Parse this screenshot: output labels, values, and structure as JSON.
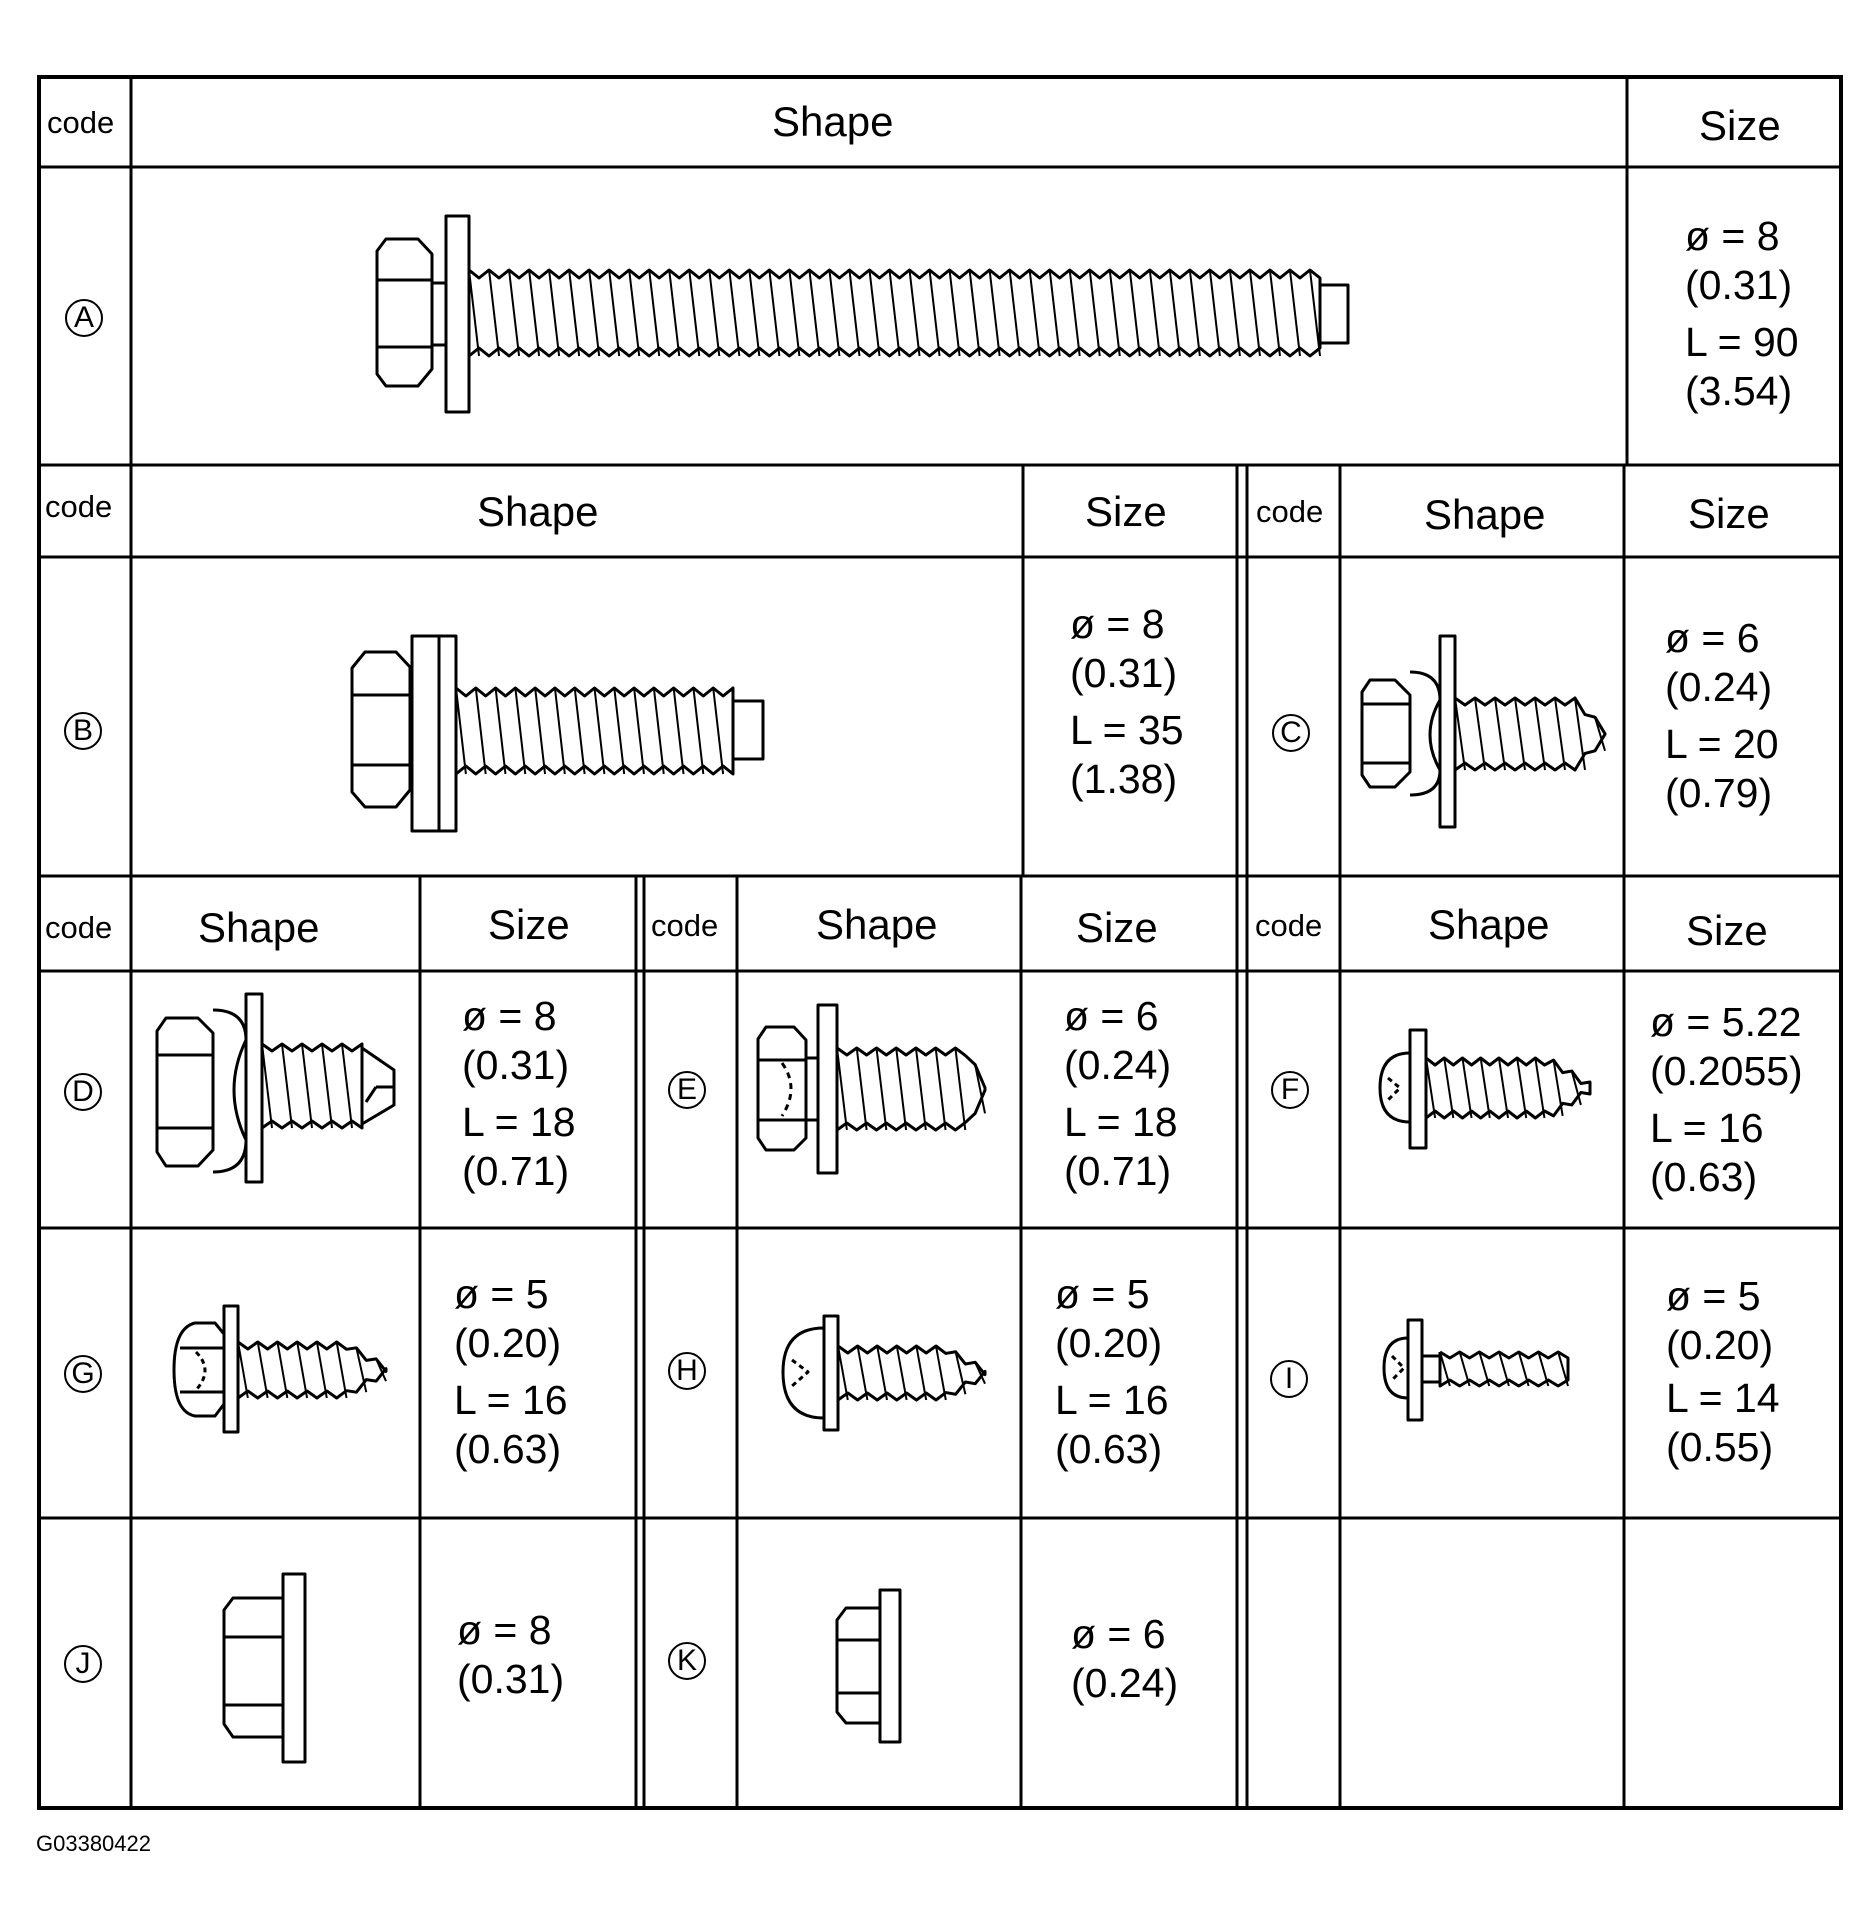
{
  "labels": {
    "code": "code",
    "shape": "Shape",
    "size": "Size"
  },
  "fasteners": [
    {
      "code": "A",
      "diameter": "ø = 8",
      "diameter_in": "(0.31)",
      "length": "L = 90",
      "length_in": "(3.54)",
      "icon": "hex-flange-bolt-long"
    },
    {
      "code": "B",
      "diameter": "ø = 8",
      "diameter_in": "(0.31)",
      "length": "L = 35",
      "length_in": "(1.38)",
      "icon": "hex-flange-bolt"
    },
    {
      "code": "C",
      "diameter": "ø = 6",
      "diameter_in": "(0.24)",
      "length": "L = 20",
      "length_in": "(0.79)",
      "icon": "hex-washer-bolt"
    },
    {
      "code": "D",
      "diameter": "ø = 8",
      "diameter_in": "(0.31)",
      "length": "L = 18",
      "length_in": "(0.71)",
      "icon": "hex-washer-bolt-pointed"
    },
    {
      "code": "E",
      "diameter": "ø = 6",
      "diameter_in": "(0.24)",
      "length": "L = 18",
      "length_in": "(0.71)",
      "icon": "hex-flange-bolt-short"
    },
    {
      "code": "F",
      "diameter": "ø = 5.22",
      "diameter_in": "(0.2055)",
      "length": "L = 16",
      "length_in": "(0.63)",
      "icon": "pan-head-tapping-screw"
    },
    {
      "code": "G",
      "diameter": "ø = 5",
      "diameter_in": "(0.20)",
      "length": "L = 16",
      "length_in": "(0.63)",
      "icon": "hex-head-tapping-screw"
    },
    {
      "code": "H",
      "diameter": "ø = 5",
      "diameter_in": "(0.20)",
      "length": "L = 16",
      "length_in": "(0.63)",
      "icon": "round-head-tapping-screw"
    },
    {
      "code": "I",
      "diameter": "ø = 5",
      "diameter_in": "(0.20)",
      "length": "L = 14",
      "length_in": "(0.55)",
      "icon": "pan-head-screw"
    },
    {
      "code": "J",
      "diameter": "ø = 8",
      "diameter_in": "(0.31)",
      "icon": "flange-nut"
    },
    {
      "code": "K",
      "diameter": "ø = 6",
      "diameter_in": "(0.24)",
      "icon": "flange-nut-small"
    }
  ],
  "figure_id": "G03380422"
}
